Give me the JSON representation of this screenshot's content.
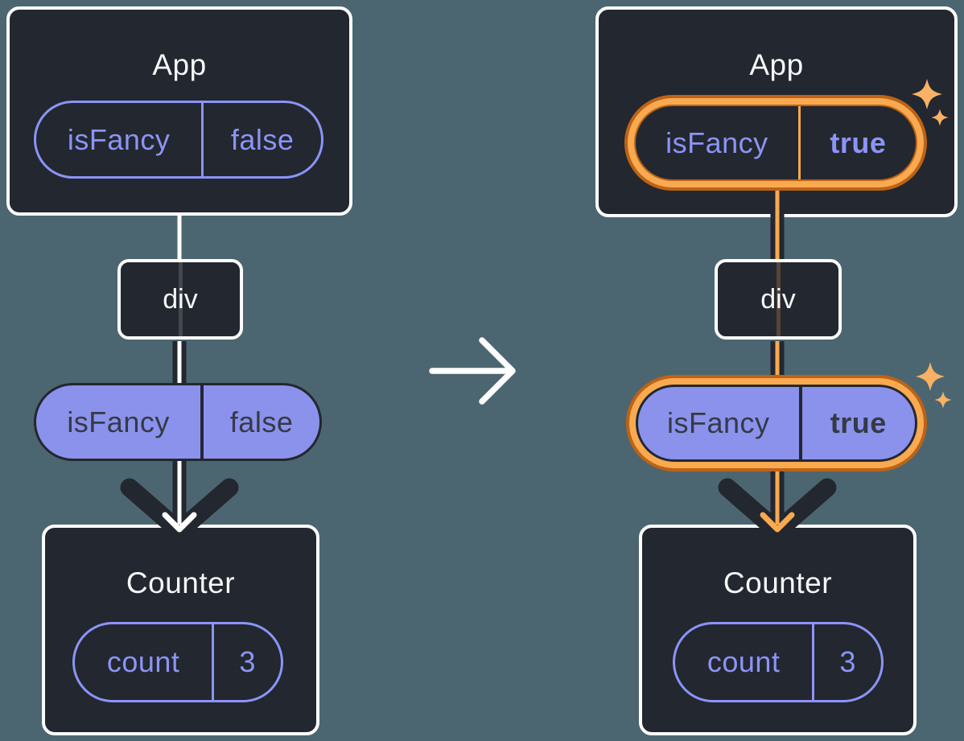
{
  "colors": {
    "background": "#4c6671",
    "box_fill": "#23272f",
    "box_border": "#ffffff",
    "title_text": "#f6f7f9",
    "purple": "#8b94f8",
    "purple_fill": "#8b92ec",
    "dark_text": "#343a46",
    "connector_dark": "#23272f",
    "connector_white": "#ffffff",
    "orange": "#f9a94f",
    "orange_dark": "#bc6317",
    "sparkle": "#f8b165"
  },
  "before": {
    "app": {
      "title": "App",
      "prop_name": "isFancy",
      "prop_value": "false"
    },
    "div_label": "div",
    "passed_prop": {
      "name": "isFancy",
      "value": "false"
    },
    "counter": {
      "title": "Counter",
      "state_name": "count",
      "state_value": "3"
    }
  },
  "after": {
    "app": {
      "title": "App",
      "prop_name": "isFancy",
      "prop_value": "true"
    },
    "div_label": "div",
    "passed_prop": {
      "name": "isFancy",
      "value": "true"
    },
    "counter": {
      "title": "Counter",
      "state_name": "count",
      "state_value": "3"
    }
  },
  "icons": {
    "transition": "right-arrow",
    "highlight": "sparkles"
  }
}
